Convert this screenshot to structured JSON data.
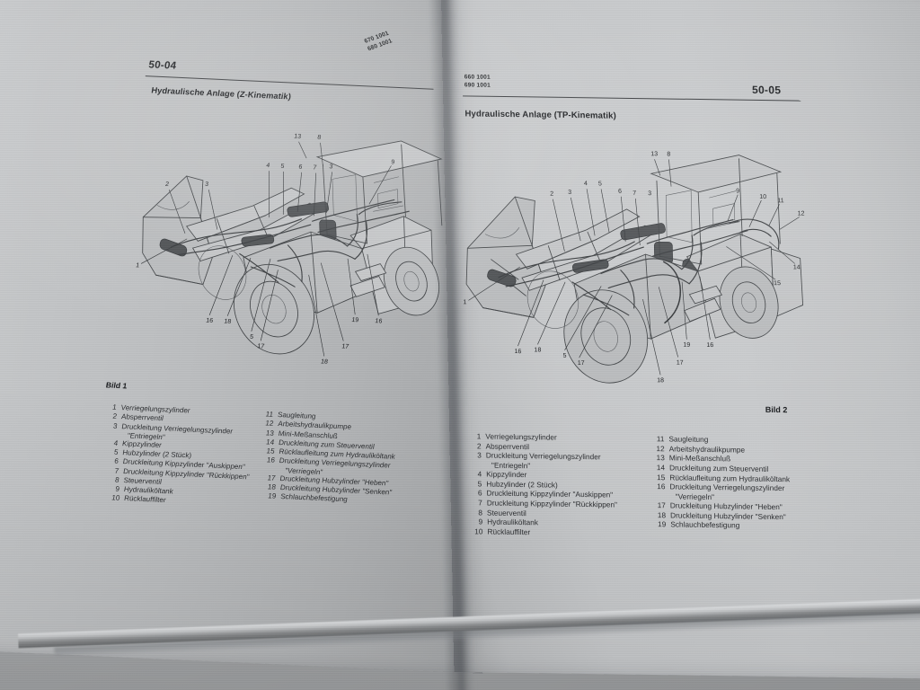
{
  "document": {
    "type": "service-manual-spread",
    "language": "de"
  },
  "left_page": {
    "folio": "50-04",
    "model_numbers": [
      "670 1001",
      "680 1001"
    ],
    "section_title": "Hydraulische Anlage (Z-Kinematik)",
    "figure_caption": "Bild 1",
    "figure_callouts": [
      "1",
      "2",
      "3",
      "3",
      "4",
      "5",
      "5",
      "6",
      "7",
      "8",
      "9",
      "13",
      "16",
      "16",
      "17",
      "17",
      "18",
      "18",
      "19"
    ],
    "legend_col1": [
      {
        "num": "1",
        "text": "Verriegelungszylinder"
      },
      {
        "num": "2",
        "text": "Absperrventil"
      },
      {
        "num": "3",
        "text": "Druckleitung Verriegelungszylinder",
        "cont": "\"Entriegeln\""
      },
      {
        "num": "4",
        "text": "Kippzylinder"
      },
      {
        "num": "5",
        "text": "Hubzylinder (2 Stück)"
      },
      {
        "num": "6",
        "text": "Druckleitung Kippzylinder \"Auskippen\""
      },
      {
        "num": "7",
        "text": "Druckleitung Kippzylinder \"Rückkippen\""
      },
      {
        "num": "8",
        "text": "Steuerventil"
      },
      {
        "num": "9",
        "text": "Hydrauliköltank"
      },
      {
        "num": "10",
        "text": "Rücklauffilter"
      }
    ],
    "legend_col2": [
      {
        "num": "11",
        "text": "Saugleitung"
      },
      {
        "num": "12",
        "text": "Arbeitshydraulikpumpe"
      },
      {
        "num": "13",
        "text": "Mini-Meßanschluß"
      },
      {
        "num": "14",
        "text": "Druckleitung zum Steuerventil"
      },
      {
        "num": "15",
        "text": "Rücklaufleitung zum Hydrauliköltank"
      },
      {
        "num": "16",
        "text": "Druckleitung Verriegelungszylinder",
        "cont": "\"Verriegeln\""
      },
      {
        "num": "17",
        "text": "Druckleitung Hubzylinder \"Heben\""
      },
      {
        "num": "18",
        "text": "Druckleitung Hubzylinder \"Senken\""
      },
      {
        "num": "19",
        "text": "Schlauchbefestigung"
      }
    ]
  },
  "right_page": {
    "folio": "50-05",
    "model_numbers": [
      "660 1001",
      "690 1001"
    ],
    "section_title": "Hydraulische Anlage (TP-Kinematik)",
    "figure_caption": "Bild 2",
    "figure_callouts": [
      "1",
      "2",
      "3",
      "3",
      "4",
      "5",
      "5",
      "6",
      "7",
      "8",
      "9",
      "10",
      "11",
      "12",
      "13",
      "14",
      "15",
      "16",
      "16",
      "17",
      "17",
      "18",
      "18",
      "19"
    ],
    "legend_col1": [
      {
        "num": "1",
        "text": "Verriegelungszylinder"
      },
      {
        "num": "2",
        "text": "Absperrventil"
      },
      {
        "num": "3",
        "text": "Druckleitung Verriegelungszylinder",
        "cont": "\"Entriegeln\""
      },
      {
        "num": "4",
        "text": "Kippzylinder"
      },
      {
        "num": "5",
        "text": "Hubzylinder (2 Stück)"
      },
      {
        "num": "6",
        "text": "Druckleitung Kippzylinder \"Auskippen\""
      },
      {
        "num": "7",
        "text": "Druckleitung Kippzylinder \"Rückkippen\""
      },
      {
        "num": "8",
        "text": "Steuerventil"
      },
      {
        "num": "9",
        "text": "Hydrauliköltank"
      },
      {
        "num": "10",
        "text": "Rücklauffilter"
      }
    ],
    "legend_col2": [
      {
        "num": "11",
        "text": "Saugleitung"
      },
      {
        "num": "12",
        "text": "Arbeitshydraulikpumpe"
      },
      {
        "num": "13",
        "text": "Mini-Meßanschluß"
      },
      {
        "num": "14",
        "text": "Druckleitung zum Steuerventil"
      },
      {
        "num": "15",
        "text": "Rücklaufleitung zum Hydrauliköltank"
      },
      {
        "num": "16",
        "text": "Druckleitung Verriegelungszylinder",
        "cont": "\"Verriegeln\""
      },
      {
        "num": "17",
        "text": "Druckleitung Hubzylinder \"Heben\""
      },
      {
        "num": "18",
        "text": "Druckleitung Hubzylinder \"Senken\""
      },
      {
        "num": "19",
        "text": "Schlauchbefestigung"
      }
    ]
  },
  "colors": {
    "background": "#b9bbbd",
    "paper_left": "#bcbec0",
    "paper_right": "#c7c9cb",
    "ink": "#2b2d30",
    "line_art": "#3d4043"
  }
}
